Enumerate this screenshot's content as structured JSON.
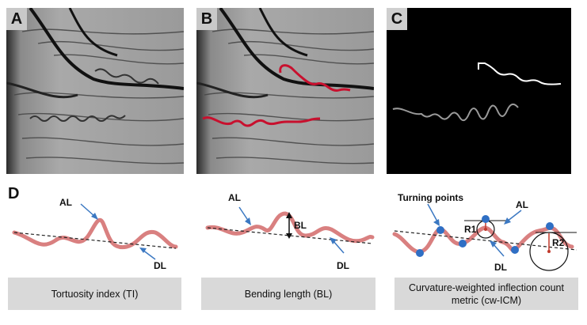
{
  "panels": {
    "a": {
      "letter": "A"
    },
    "b": {
      "letter": "B"
    },
    "c": {
      "letter": "C"
    },
    "d": {
      "letter": "D"
    }
  },
  "diagrams": {
    "ti": {
      "al": "AL",
      "dl": "DL",
      "caption": "Tortuosity index (TI)"
    },
    "bl": {
      "al": "AL",
      "bl": "BL",
      "dl": "DL",
      "caption": "Bending length (BL)"
    },
    "cw": {
      "turning": "Turning points",
      "al": "AL",
      "dl": "DL",
      "r1": "R1",
      "r2": "R2",
      "caption": "Curvature-weighted inflection count metric (cw-ICM)"
    }
  },
  "colors": {
    "vessel_red": "#c8102e",
    "curve_pink": "#d98080",
    "arrow_blue": "#3b78c2",
    "dot_blue": "#2f6fc4",
    "radius_red": "#c0392b",
    "caption_bg": "#d9d9d9"
  }
}
